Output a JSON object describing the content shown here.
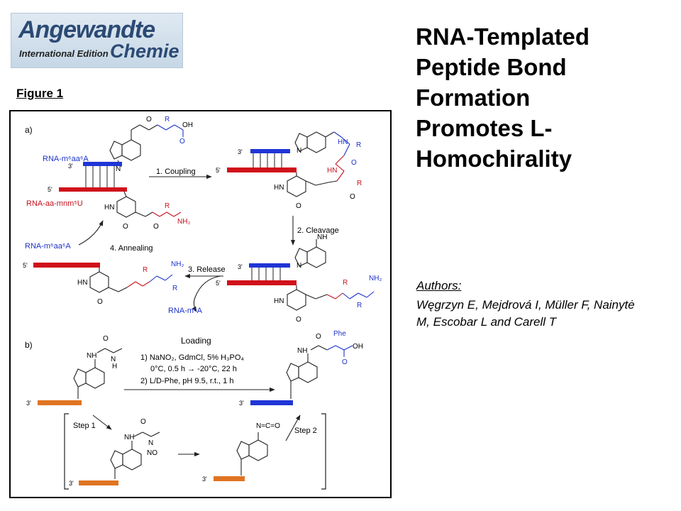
{
  "journal": {
    "logo_title": "Angewandte",
    "logo_sub_left": "International Edition",
    "logo_sub_right": "Chemie"
  },
  "figure_label": "Figure 1",
  "title_lines": [
    "RNA-Templated",
    "Peptide Bond",
    "Formation",
    "Promotes L-",
    "Homochirality"
  ],
  "authors_heading": "Authors:",
  "authors_lines": [
    "Węgrzyn E, Mejdrová I, Müller F, Nainytė",
    "M, Escobar L and Carell T"
  ],
  "colors": {
    "blue_strand": "#1f35d6",
    "red_strand": "#d0101a",
    "orange_strand": "#e07422",
    "red_text": "#c5121c",
    "blue_text": "#1c33c9",
    "logo_blue": "#2b4a74"
  },
  "figure": {
    "panel_a": "a)",
    "panel_b": "b)",
    "strand_5p": "5'",
    "strand_3p": "3'",
    "label_rna_m6aa6a": "RNA-m⁶aa⁶A",
    "label_rna_aa_mnm5u": "RNA-aa-mnm⁵U",
    "label_rna_m6a": "RNA-m⁶A",
    "step_coupling": "1. Coupling",
    "step_cleavage": "2. Cleavage",
    "step_release": "3. Release",
    "step_annealing": "4. Annealing",
    "loading_title": "Loading",
    "loading_line1": "1) NaNO₂, GdmCl, 5% H₃PO₄",
    "loading_line2": "0°C, 0.5 h → -20°C, 22 h",
    "loading_line3": "2) L/D-Phe, pH 9.5, r.t., 1 h",
    "step1": "Step 1",
    "step2": "Step 2",
    "phe": "Phe",
    "atom_R": "R",
    "atom_N": "N",
    "atom_NH": "NH",
    "atom_HN": "HN",
    "atom_NH2": "NH₂",
    "atom_OH": "OH",
    "atom_O": "O",
    "atom_H": "H",
    "atom_NO": "NO",
    "atom_NCO": "N=C=O"
  }
}
